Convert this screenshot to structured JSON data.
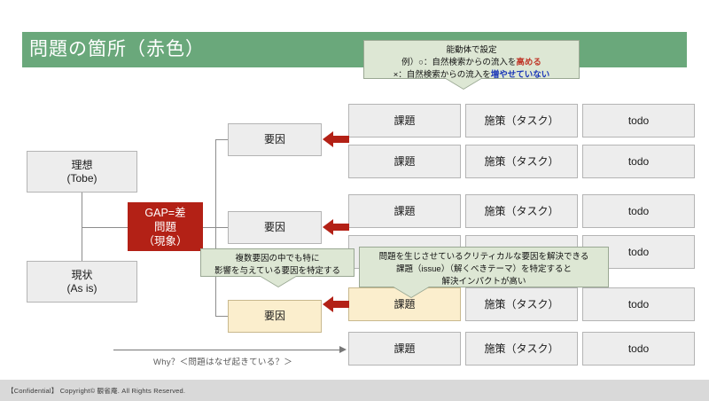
{
  "slide": {
    "title": "問題の箇所（赤色）",
    "title_bg": "#6aa87b",
    "accent_red": "#b32116",
    "accent_cream": "#fbeecd",
    "callout_bg": "#dde7d4"
  },
  "top_callout": {
    "line1": "能動体で設定",
    "line2_prefix": "例）○：自然検索からの流入を",
    "line2_highlight": "高める",
    "line3_prefix": "×：自然検索からの流入を",
    "line3_highlight": "増やせていない",
    "highlight_color_1": "#c0392b",
    "highlight_color_2": "#1a36b8"
  },
  "left_chain": {
    "ideal": "理想\n(Tobe)",
    "ideal_l1": "理想",
    "ideal_l2": "(Tobe)",
    "current_l1": "現状",
    "current_l2": "(As is)",
    "gap_l1": "GAP=差",
    "gap_l2": "問題",
    "gap_l3": "（現象）"
  },
  "factors": [
    {
      "label": "要因",
      "style": "gray"
    },
    {
      "label": "要因",
      "style": "gray"
    },
    {
      "label": "要因",
      "style": "cream"
    }
  ],
  "grid": {
    "columns": [
      "課題",
      "施策（タスク）",
      "todo"
    ],
    "rows": [
      {
        "issue": "課題",
        "issue_style": "gray",
        "measure": "施策（タスク）",
        "measure_style": "gray",
        "todo": "todo",
        "todo_style": "gray",
        "issue_visible": true,
        "measure_visible": true
      },
      {
        "issue": "課題",
        "issue_style": "gray",
        "measure": "施策（タスク）",
        "measure_style": "gray",
        "todo": "todo",
        "todo_style": "gray",
        "issue_visible": true,
        "measure_visible": true
      },
      {
        "issue": "課題",
        "issue_style": "gray",
        "measure": "施策（タスク）",
        "measure_style": "gray",
        "todo": "todo",
        "todo_style": "gray",
        "issue_visible": true,
        "measure_visible": true
      },
      {
        "issue": "",
        "issue_style": "gray",
        "measure": "",
        "measure_style": "gray",
        "todo": "todo",
        "todo_style": "gray",
        "issue_visible": false,
        "measure_visible": false
      },
      {
        "issue": "課題",
        "issue_style": "cream",
        "measure": "施策（タスク）",
        "measure_style": "gray",
        "todo": "todo",
        "todo_style": "gray",
        "issue_visible": true,
        "measure_visible": true
      },
      {
        "issue": "課題",
        "issue_style": "gray",
        "measure": "施策（タスク）",
        "measure_style": "gray",
        "todo": "todo",
        "todo_style": "gray",
        "issue_visible": true,
        "measure_visible": true
      }
    ]
  },
  "mid_callout": {
    "line1": "複数要因の中でも特に",
    "line2": "影響を与えている要因を特定する"
  },
  "issue_callout": {
    "line1": "問題を生じさせているクリティカルな要因を解決できる",
    "line2": "課題（issue）（解くべきテーマ）を特定すると",
    "line3": "解決インパクトが高い"
  },
  "why": {
    "label": "Why？＜問題はなぜ起きている？＞"
  },
  "footer": {
    "text": "【Confidential】 Copyright© 観省庵. All Rights Reserved."
  }
}
